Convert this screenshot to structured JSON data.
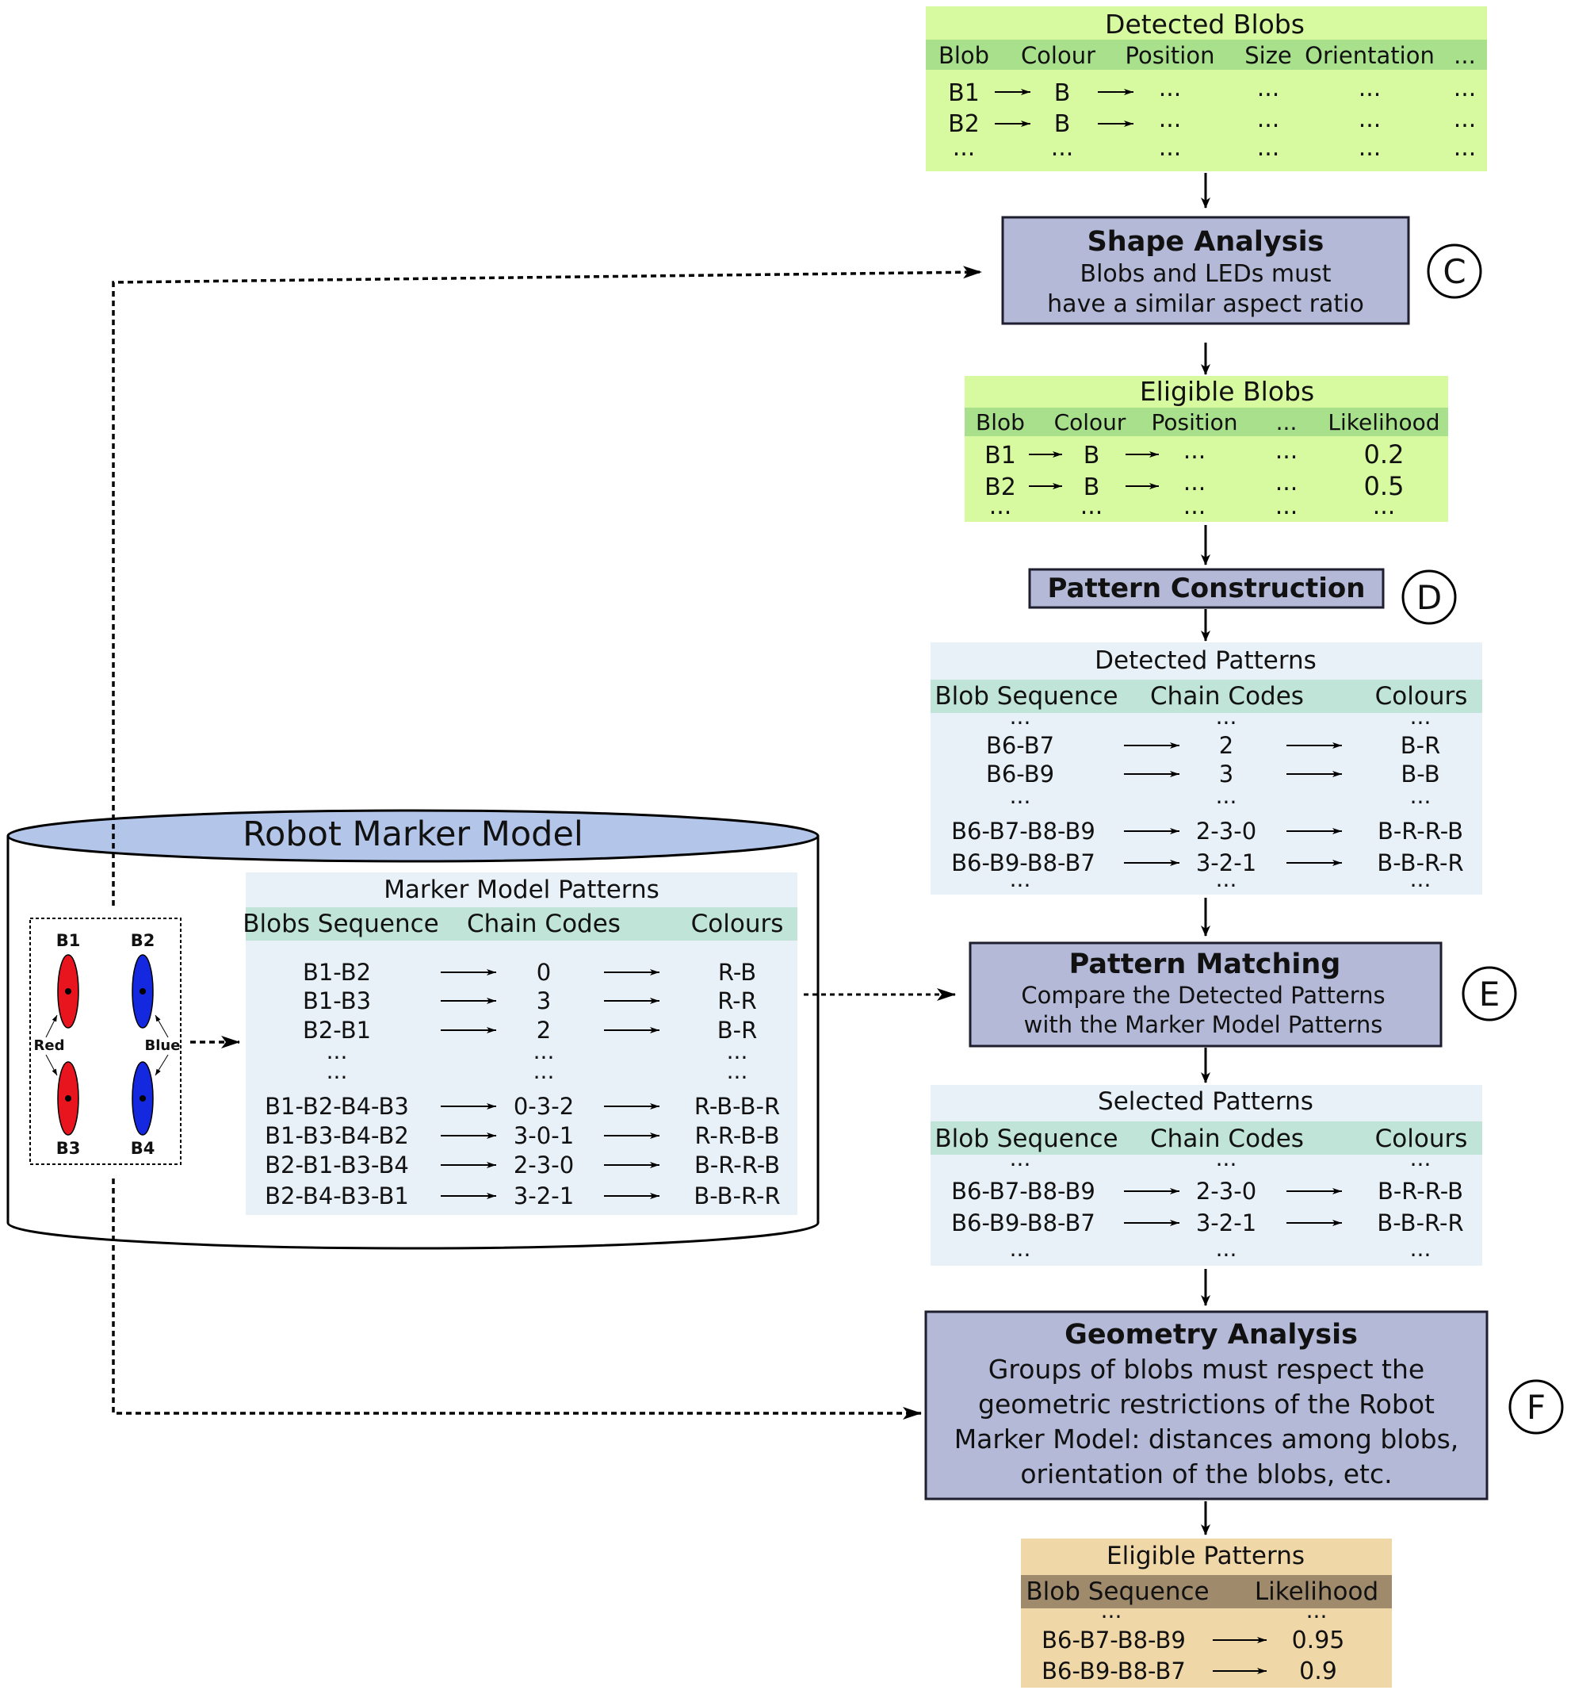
{
  "detected_blobs": {
    "title": "Detected Blobs",
    "headers": [
      "Blob",
      "Colour",
      "Position",
      "Size",
      "Orientation",
      "..."
    ],
    "rows": [
      [
        "B1",
        "B",
        "...",
        "...",
        "...",
        "..."
      ],
      [
        "B2",
        "B",
        "...",
        "...",
        "...",
        "..."
      ],
      [
        "...",
        "...",
        "...",
        "...",
        "...",
        "..."
      ]
    ]
  },
  "shape_analysis": {
    "title": "Shape Analysis",
    "lines": [
      "Blobs and LEDs must",
      "have a similar aspect ratio"
    ],
    "step": "C"
  },
  "eligible_blobs": {
    "title": "Eligible Blobs",
    "headers": [
      "Blob",
      "Colour",
      "Position",
      "...",
      "Likelihood"
    ],
    "rows": [
      [
        "B1",
        "B",
        "...",
        "...",
        "0.2"
      ],
      [
        "B2",
        "B",
        "...",
        "...",
        "0.5"
      ],
      [
        "...",
        "...",
        "...",
        "...",
        "..."
      ]
    ]
  },
  "pattern_construction": {
    "title": "Pattern Construction",
    "step": "D"
  },
  "detected_patterns": {
    "title": "Detected Patterns",
    "headers": [
      "Blob Sequence",
      "Chain Codes",
      "Colours"
    ],
    "rows": [
      [
        "...",
        "...",
        "..."
      ],
      [
        "B6-B7",
        "2",
        "B-R"
      ],
      [
        "B6-B9",
        "3",
        "B-B"
      ],
      [
        "...",
        "...",
        "..."
      ],
      [
        "B6-B7-B8-B9",
        "2-3-0",
        "B-R-R-B"
      ],
      [
        "B6-B9-B8-B7",
        "3-2-1",
        "B-B-R-R"
      ],
      [
        "...",
        "...",
        "..."
      ]
    ]
  },
  "pattern_matching": {
    "title": "Pattern Matching",
    "lines": [
      "Compare the Detected Patterns",
      "with the Marker Model Patterns"
    ],
    "step": "E"
  },
  "selected_patterns": {
    "title": "Selected Patterns",
    "headers": [
      "Blob Sequence",
      "Chain Codes",
      "Colours"
    ],
    "rows": [
      [
        "...",
        "...",
        "..."
      ],
      [
        "B6-B7-B8-B9",
        "2-3-0",
        "B-R-R-B"
      ],
      [
        "B6-B9-B8-B7",
        "3-2-1",
        "B-B-R-R"
      ],
      [
        "...",
        "...",
        "..."
      ]
    ]
  },
  "geometry_analysis": {
    "title": "Geometry Analysis",
    "lines": [
      "Groups of blobs must respect the",
      "geometric restrictions of the Robot",
      "Marker Model: distances among blobs,",
      "orientation of the blobs, etc."
    ],
    "step": "F"
  },
  "eligible_patterns": {
    "title": "Eligible Patterns",
    "headers": [
      "Blob Sequence",
      "Likelihood"
    ],
    "rows": [
      [
        "...",
        "..."
      ],
      [
        "B6-B7-B8-B9",
        "0.95"
      ],
      [
        "B6-B9-B8-B7",
        "0.9"
      ]
    ]
  },
  "robot_marker_model": {
    "title": "Robot Marker Model",
    "marker": {
      "blobs": [
        {
          "label": "B1",
          "color": "#e8141e"
        },
        {
          "label": "B2",
          "color": "#1428e0"
        },
        {
          "label": "B3",
          "color": "#e8141e"
        },
        {
          "label": "B4",
          "color": "#1428e0"
        }
      ],
      "red_label": "Red",
      "blue_label": "Blue"
    },
    "patterns": {
      "title": "Marker Model Patterns",
      "headers": [
        "Blobs Sequence",
        "Chain Codes",
        "Colours"
      ],
      "rows": [
        [
          "B1-B2",
          "0",
          "R-B"
        ],
        [
          "B1-B3",
          "3",
          "R-R"
        ],
        [
          "B2-B1",
          "2",
          "B-R"
        ],
        [
          "...",
          "...",
          "..."
        ],
        [
          "...",
          "...",
          "..."
        ],
        [
          "B1-B2-B4-B3",
          "0-3-2",
          "R-B-B-R"
        ],
        [
          "B1-B3-B4-B2",
          "3-0-1",
          "R-R-B-B"
        ],
        [
          "B2-B1-B3-B4",
          "2-3-0",
          "B-R-R-B"
        ],
        [
          "B2-B4-B3-B1",
          "3-2-1",
          "B-B-R-R"
        ]
      ]
    }
  },
  "colors": {
    "green_panel": "#d7f9a0",
    "green_header": "#a8e08c",
    "blue_panel": "#e8f0f8",
    "teal_header": "#c0e4d8",
    "tan_panel": "#efd7a8",
    "tan_header": "#a08a6c",
    "process_box": "#b3b9d7",
    "cylinder_top": "#b3c5e8"
  }
}
